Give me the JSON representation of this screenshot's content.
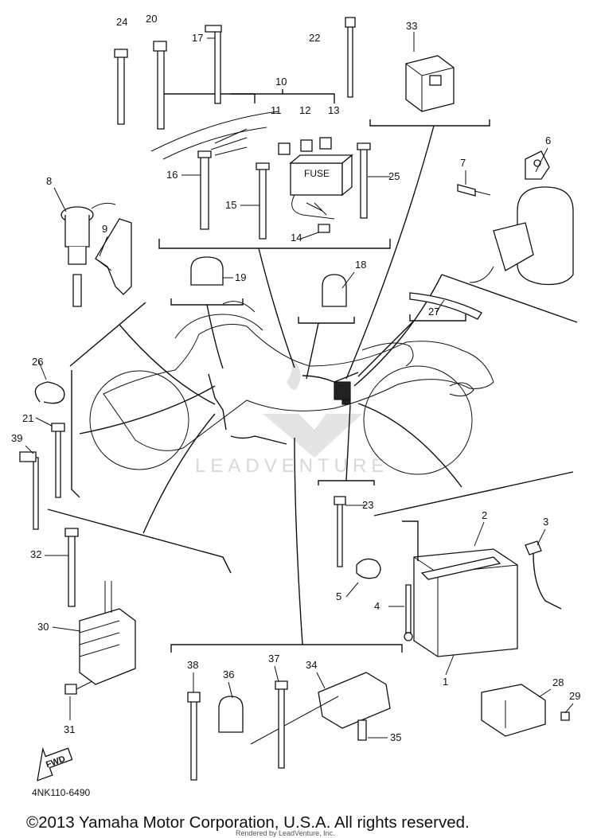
{
  "diagram_code": "4NK110-6490",
  "copyright": "©2013 Yamaha Motor Corporation, U.S.A. All rights reserved.",
  "rendered_by": "Rendered by LeadVenture, Inc.",
  "watermark": "LEADVENTURE",
  "fuse_label": "FUSE",
  "fwd_label": "FWD",
  "callouts": [
    "1",
    "2",
    "3",
    "4",
    "5",
    "6",
    "7",
    "8",
    "9",
    "10",
    "11",
    "12",
    "13",
    "14",
    "15",
    "16",
    "17",
    "18",
    "19",
    "20",
    "21",
    "22",
    "23",
    "24",
    "25",
    "26",
    "27",
    "28",
    "29",
    "30",
    "31",
    "32",
    "33",
    "34",
    "35",
    "36",
    "37",
    "38",
    "39"
  ]
}
